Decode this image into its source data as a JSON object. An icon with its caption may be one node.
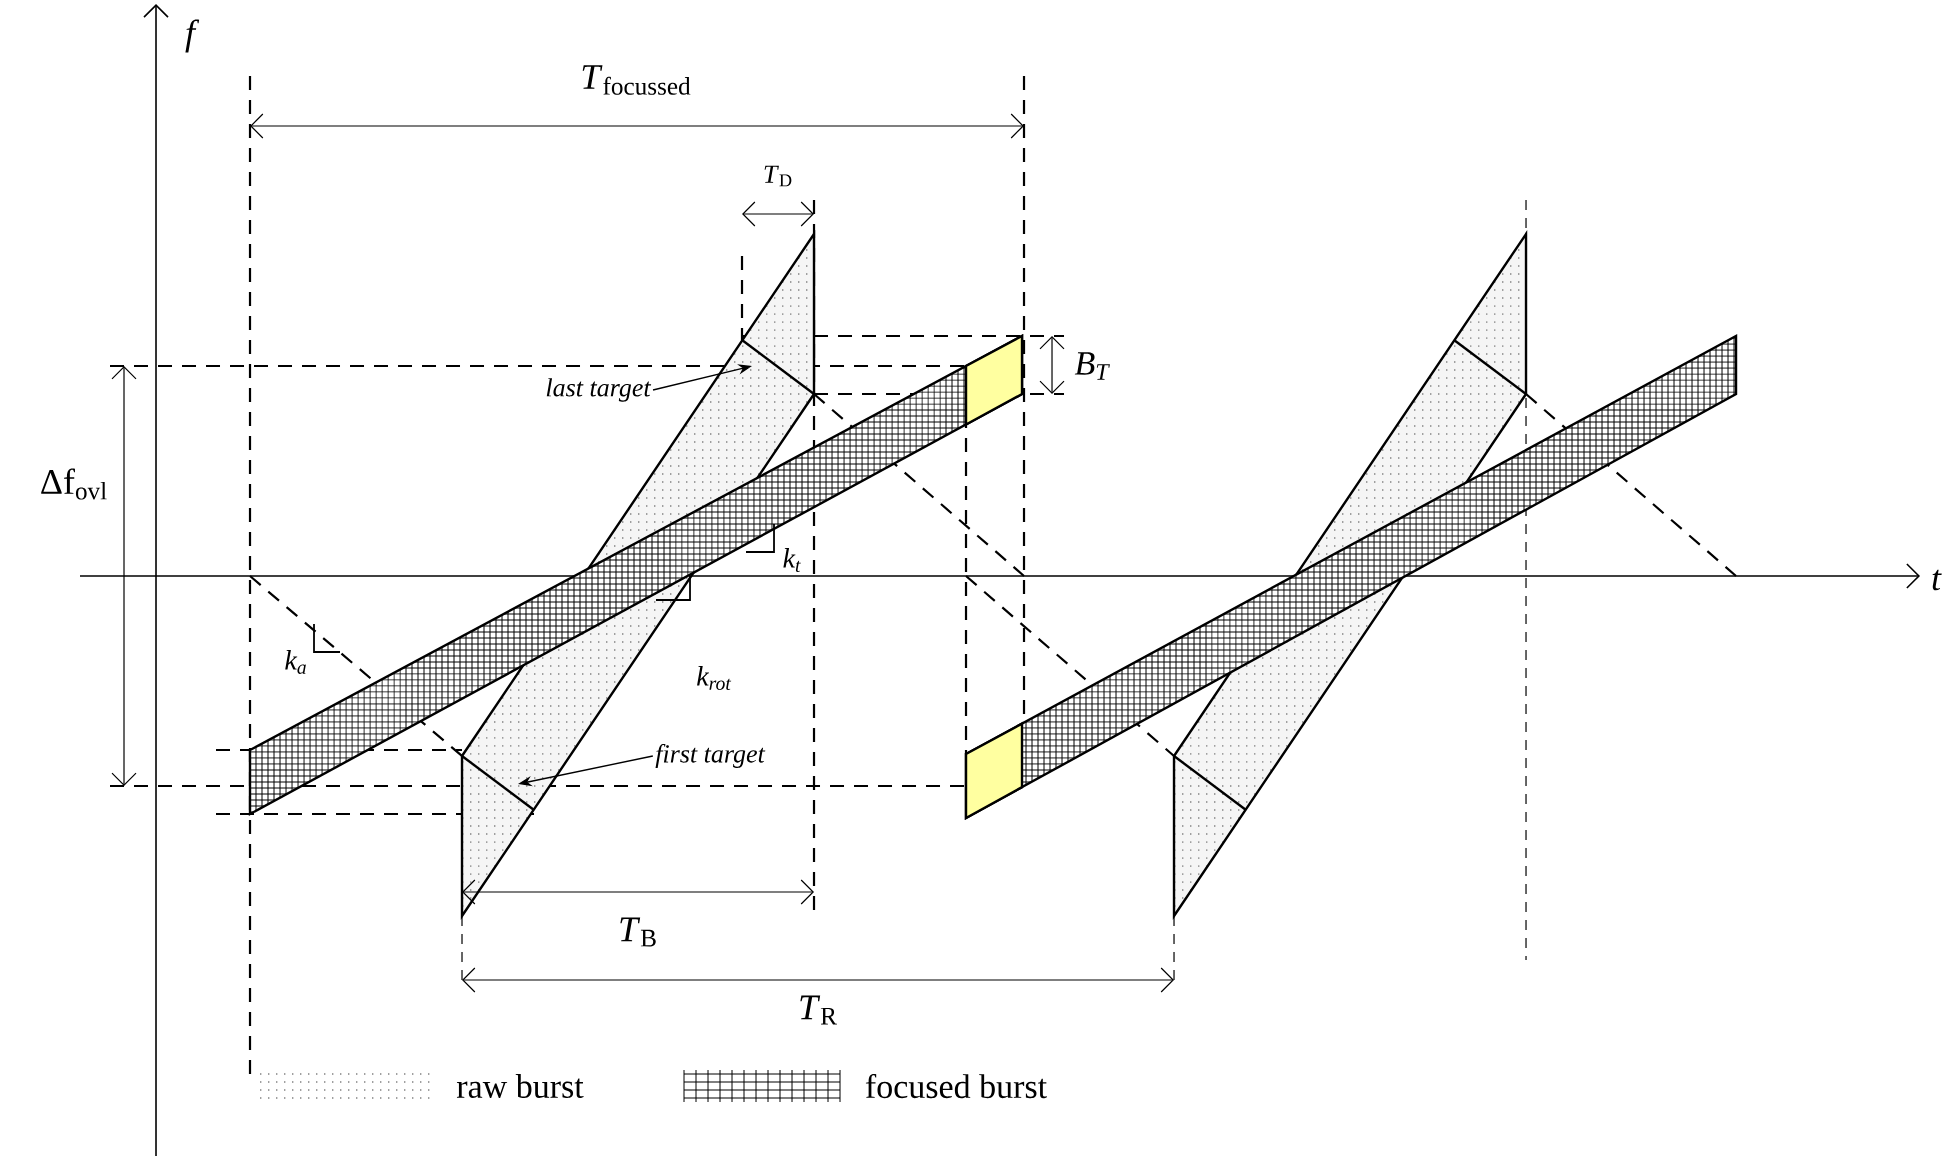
{
  "diagram": {
    "nodes": [
      {
        "text": [
          "last target"
        ]
      },
      {
        "text": [
          "first target"
        ]
      }
    ],
    "edges": [
      {
        "from": 0,
        "to": null,
        "arrow": "to"
      },
      {
        "from": 1,
        "to": null,
        "arrow": "to"
      }
    ],
    "labels": [
      "f",
      "t",
      "*T*$_{focussed}$",
      "*T*$_{D}$",
      "B$_{T}$",
      "Δf$_{ovl}$",
      "k$_{t}$",
      "k$_{a}$",
      "k$_{rot}$",
      "*T*$_{B}$",
      "*T*$_{R}$"
    ],
    "legend": [
      {
        "text": "raw burst"
      },
      {
        "text": "focused burst"
      }
    ]
  }
}
